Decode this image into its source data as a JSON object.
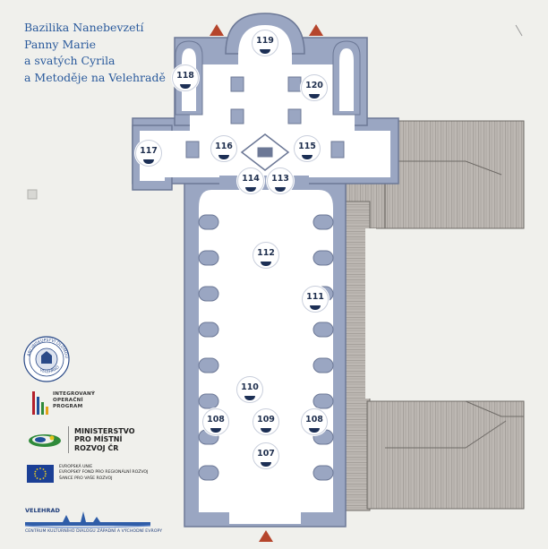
{
  "title_lines": [
    "Bazilika Nanebevzetí",
    "Panny Marie",
    "a svatých Cyrila",
    "a Metoděje na Velehradě"
  ],
  "markers": [
    {
      "id": "107",
      "label": "107"
    },
    {
      "id": "108a",
      "label": "108"
    },
    {
      "id": "108b",
      "label": "108"
    },
    {
      "id": "109",
      "label": "109"
    },
    {
      "id": "110",
      "label": "110"
    },
    {
      "id": "111",
      "label": "111"
    },
    {
      "id": "112",
      "label": "112"
    },
    {
      "id": "113",
      "label": "113"
    },
    {
      "id": "114",
      "label": "114"
    },
    {
      "id": "115",
      "label": "115"
    },
    {
      "id": "116",
      "label": "116"
    },
    {
      "id": "117",
      "label": "117"
    },
    {
      "id": "118",
      "label": "118"
    },
    {
      "id": "119",
      "label": "119"
    },
    {
      "id": "120",
      "label": "120"
    }
  ],
  "logos": {
    "seal_text": "ARCIBISKUPSTVÍ OLOMOUCKÉ · VELEHRAD",
    "seal_bottom": "VELEHRAD",
    "iop": [
      "INTEGROVANÝ",
      "OPERAČNÍ",
      "PROGRAM"
    ],
    "mmr": [
      "MINISTERSTVO",
      "PRO MÍSTNÍ",
      "ROZVOJ ČR"
    ],
    "eu": [
      "EVROPSKÁ UNIE",
      "EVROPSKÝ FOND PRO REGIONÁLNÍ ROZVOJ",
      "ŠANCE PRO VAŠE ROZVOJ"
    ],
    "velehrad_name": "VELEHRAD",
    "velehrad_sub": "CENTRUM KULTURNÍHO DIALOGU ZÁPADNÍ A VÝCHODNÍ EVROPY"
  },
  "colors": {
    "wall": "#9aa6c2",
    "wall_edge": "#7c88a6",
    "interior": "#ffffff",
    "roof": "#b8b4af",
    "arrow": "#b5452c",
    "title": "#2a5a9c"
  }
}
